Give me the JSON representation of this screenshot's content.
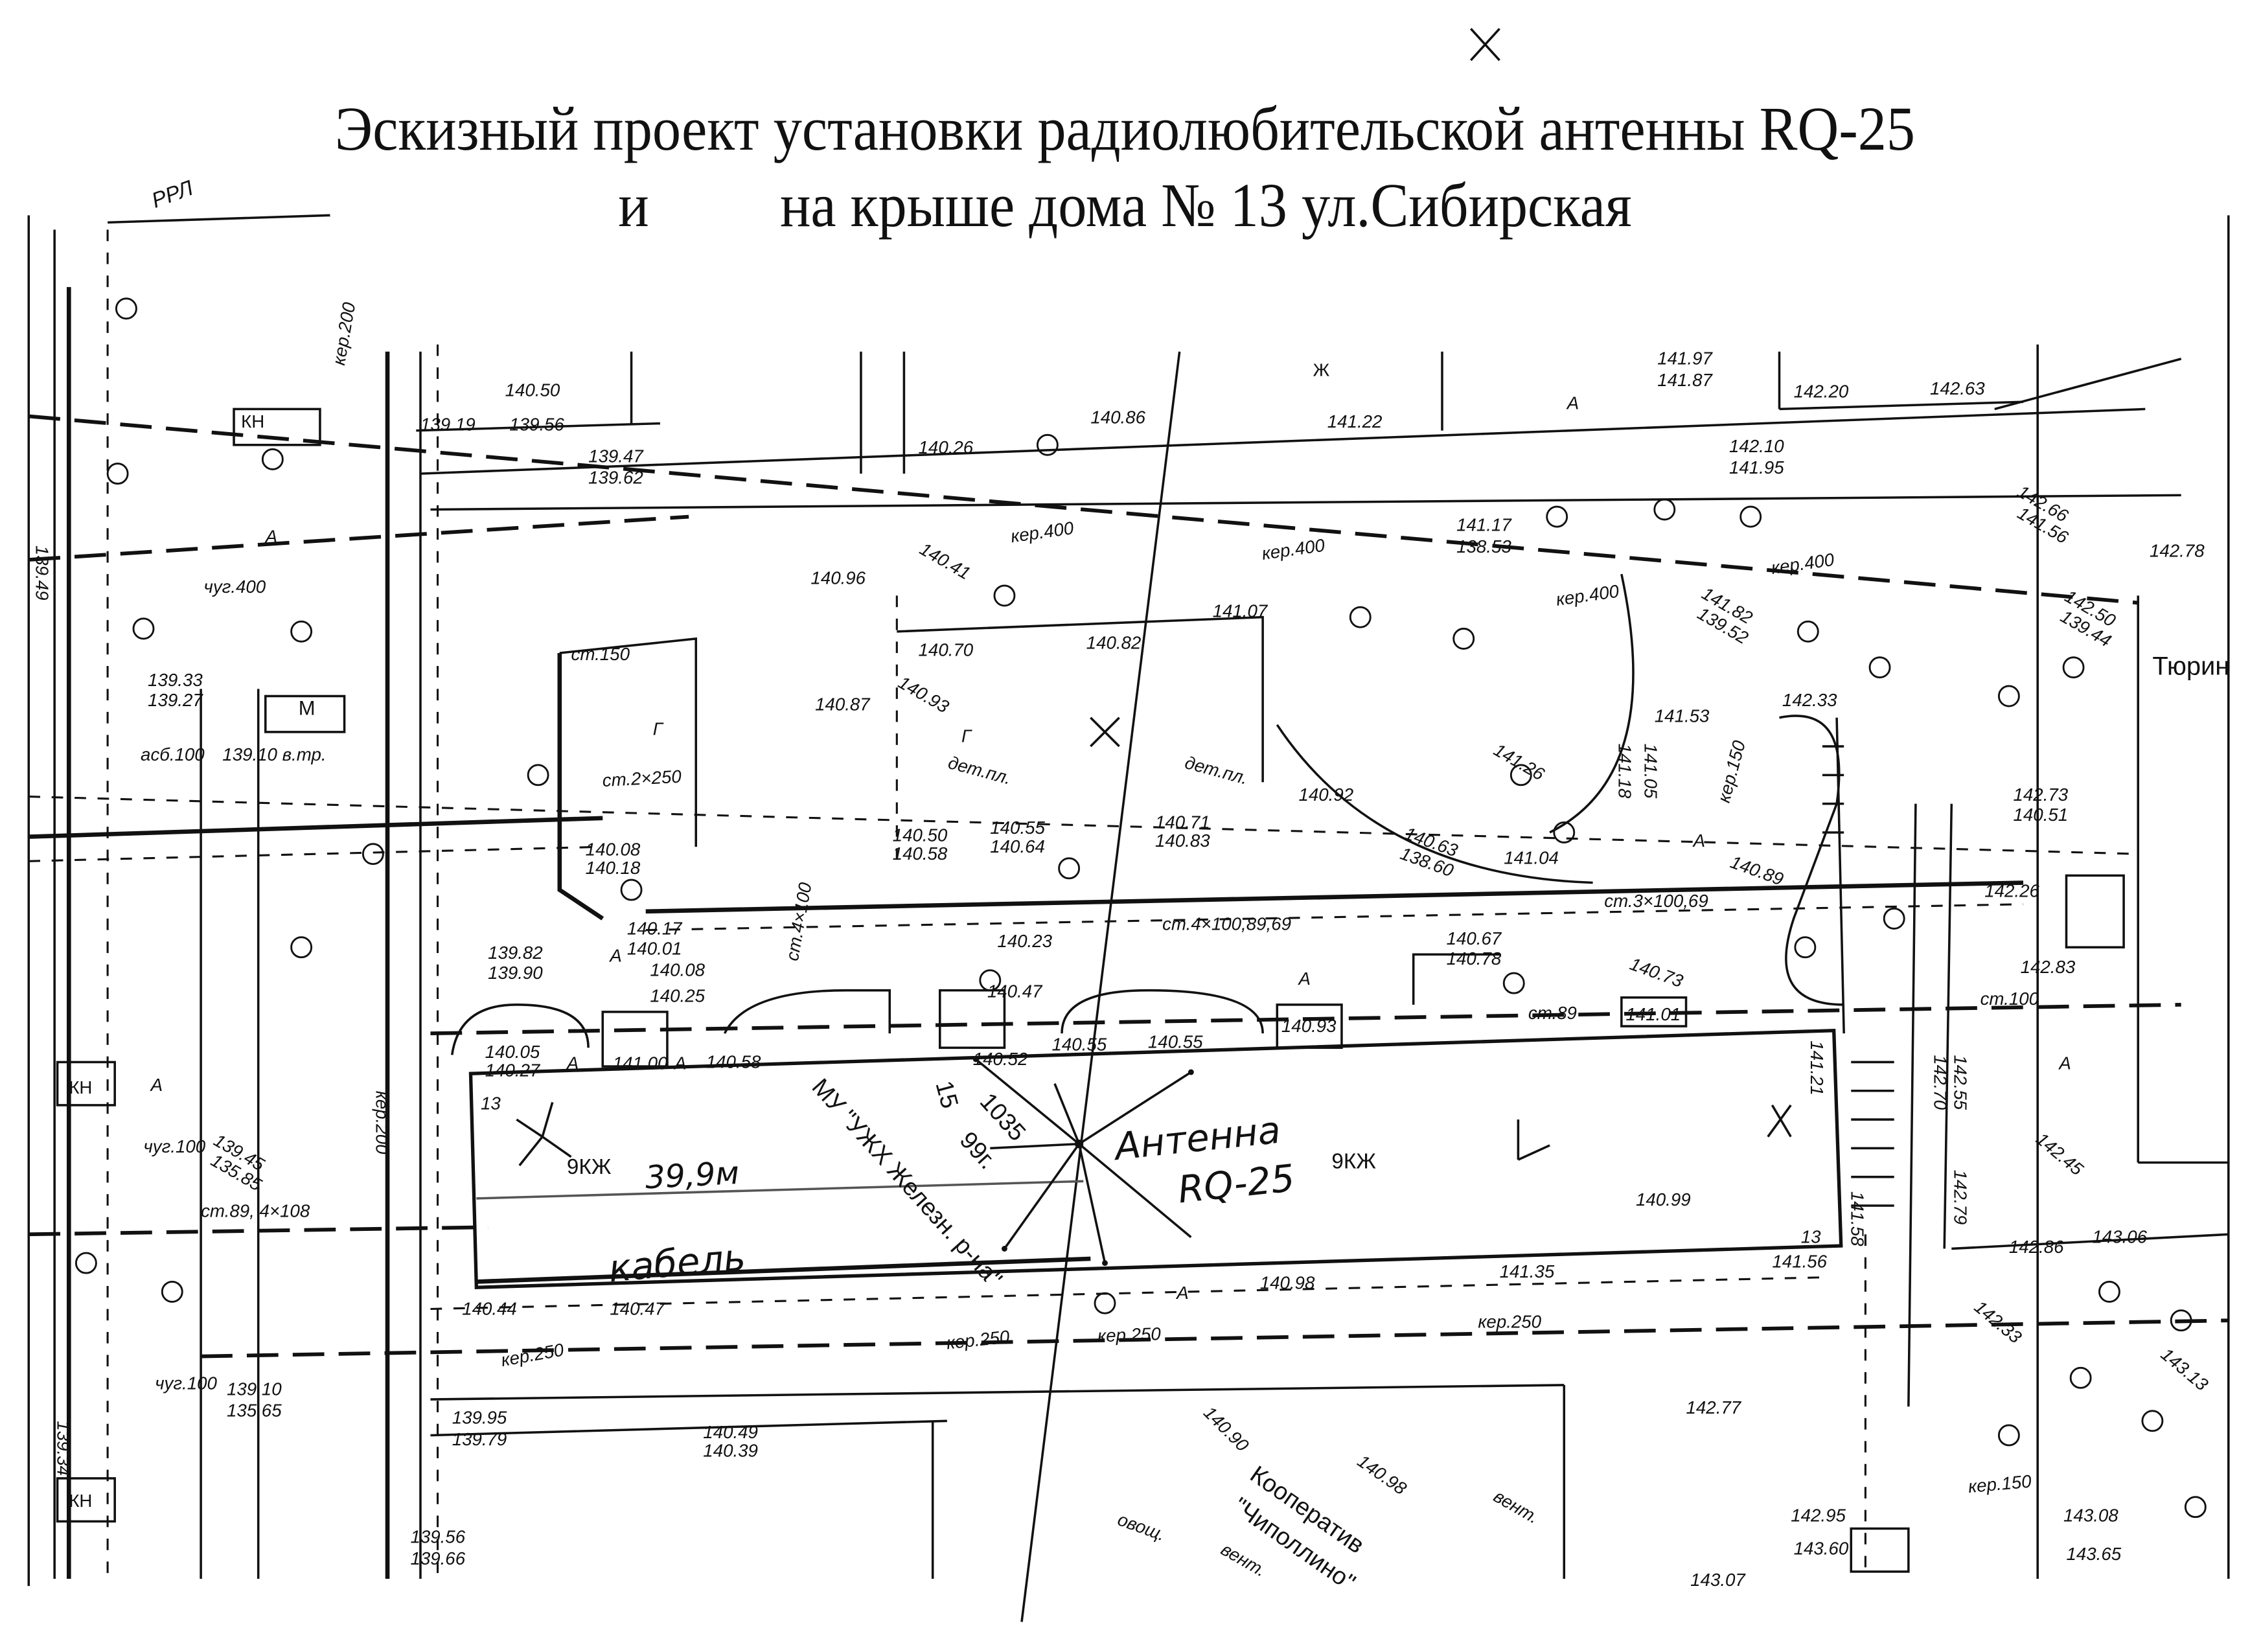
{
  "title": {
    "line1": "Эскизный проект установки радиолюбительской антенны RQ-25",
    "line2_a": "и",
    "line2_b": "на крыше дома № 13 ул.Сибирская"
  },
  "building": {
    "number": "13",
    "number_2": "13",
    "type_left": "9КЖ",
    "type_right": "9КЖ",
    "height": "39,9м",
    "owner": "МУ \"УЖХ Железн. р-на\"",
    "code": "1035",
    "year": "99г.",
    "floors": "15"
  },
  "antenna": {
    "label": "Антенна",
    "model": "RQ-25"
  },
  "cable": "кабель",
  "places": {
    "rrl": "РРЛ",
    "tyurin": "Тюрин",
    "cooperative": "Кооператив",
    "cooperative_name": "\"Чиполлино\"",
    "vent1": "вент.",
    "vent2": "вент.",
    "veg": "овощ.",
    "kn1": "КН",
    "kn2": "КН",
    "kn3": "КН",
    "m": "М",
    "zh": "Ж"
  },
  "pipes": [
    "кер.400",
    "кер.400",
    "кер.400",
    "кер.400",
    "чуг.400",
    "кер.250",
    "кер.250",
    "кер.250",
    "кер.250",
    "кер.150",
    "кер.150",
    "кер.200",
    "кер.200",
    "ст.150",
    "ст.2×250",
    "ст.3×100,69",
    "ст.4×100,89,69",
    "ст.100",
    "ст.89",
    "ст.89, 4×108",
    "асб.100",
    "чуг.100",
    "чуг.100",
    "ст.4×100",
    "дет.пл.",
    "дет.пл.",
    "139.10 в.тр."
  ],
  "elevations": [
    "140.50",
    "139.19",
    "139.56",
    "139.47",
    "139.62",
    "140.26",
    "140.86",
    "141.22",
    "141.97",
    "141.87",
    "142.20",
    "142.63",
    "142.10",
    "141.95",
    "141.07",
    "140.70",
    "140.82",
    "141.53",
    "142.33",
    "140.92",
    "140.50",
    "140.58",
    "140.55",
    "140.64",
    "140.71",
    "140.83",
    "140.63",
    "138.60",
    "141.04",
    "140.89",
    "142.26",
    "140.23",
    "140.67",
    "140.78",
    "140.73",
    "142.83",
    "139.82",
    "139.90",
    "140.47",
    "141.01",
    "140.93",
    "140.55",
    "140.55",
    "141.00",
    "140.58",
    "140.05",
    "140.27",
    "140.52",
    "140.99",
    "142.45",
    "142.86",
    "143.06",
    "141.56",
    "140.98",
    "141.35",
    "140.44",
    "140.47",
    "140.90",
    "140.98",
    "142.77",
    "139.95",
    "139.79",
    "140.49",
    "140.39",
    "139.56",
    "139.66",
    "142.95",
    "143.60",
    "143.08",
    "143.65",
    "143.13",
    "142.33",
    "143.07",
    "139.33",
    "139.27",
    "139.49",
    "140.08",
    "140.18",
    "140.17",
    "140.01",
    "140.08",
    "140.25",
    "141.82",
    "139.52",
    "142.50",
    "139.44",
    "142.73",
    "140.51",
    "142.78",
    "139.45",
    "135.85",
    "139.10",
    "135.65",
    "139.34",
    "141.21",
    "142.55",
    "142.70",
    "142.79",
    "141.58",
    "141.17",
    "138.53",
    "142.66",
    "141.56",
    "140.41",
    "140.96",
    "140.87",
    "140.93",
    "141.26",
    "141.18",
    "141.05"
  ],
  "area_marks": [
    "А",
    "А",
    "А",
    "А",
    "А",
    "А",
    "А",
    "А",
    "А",
    "А",
    "Г",
    "Г"
  ]
}
